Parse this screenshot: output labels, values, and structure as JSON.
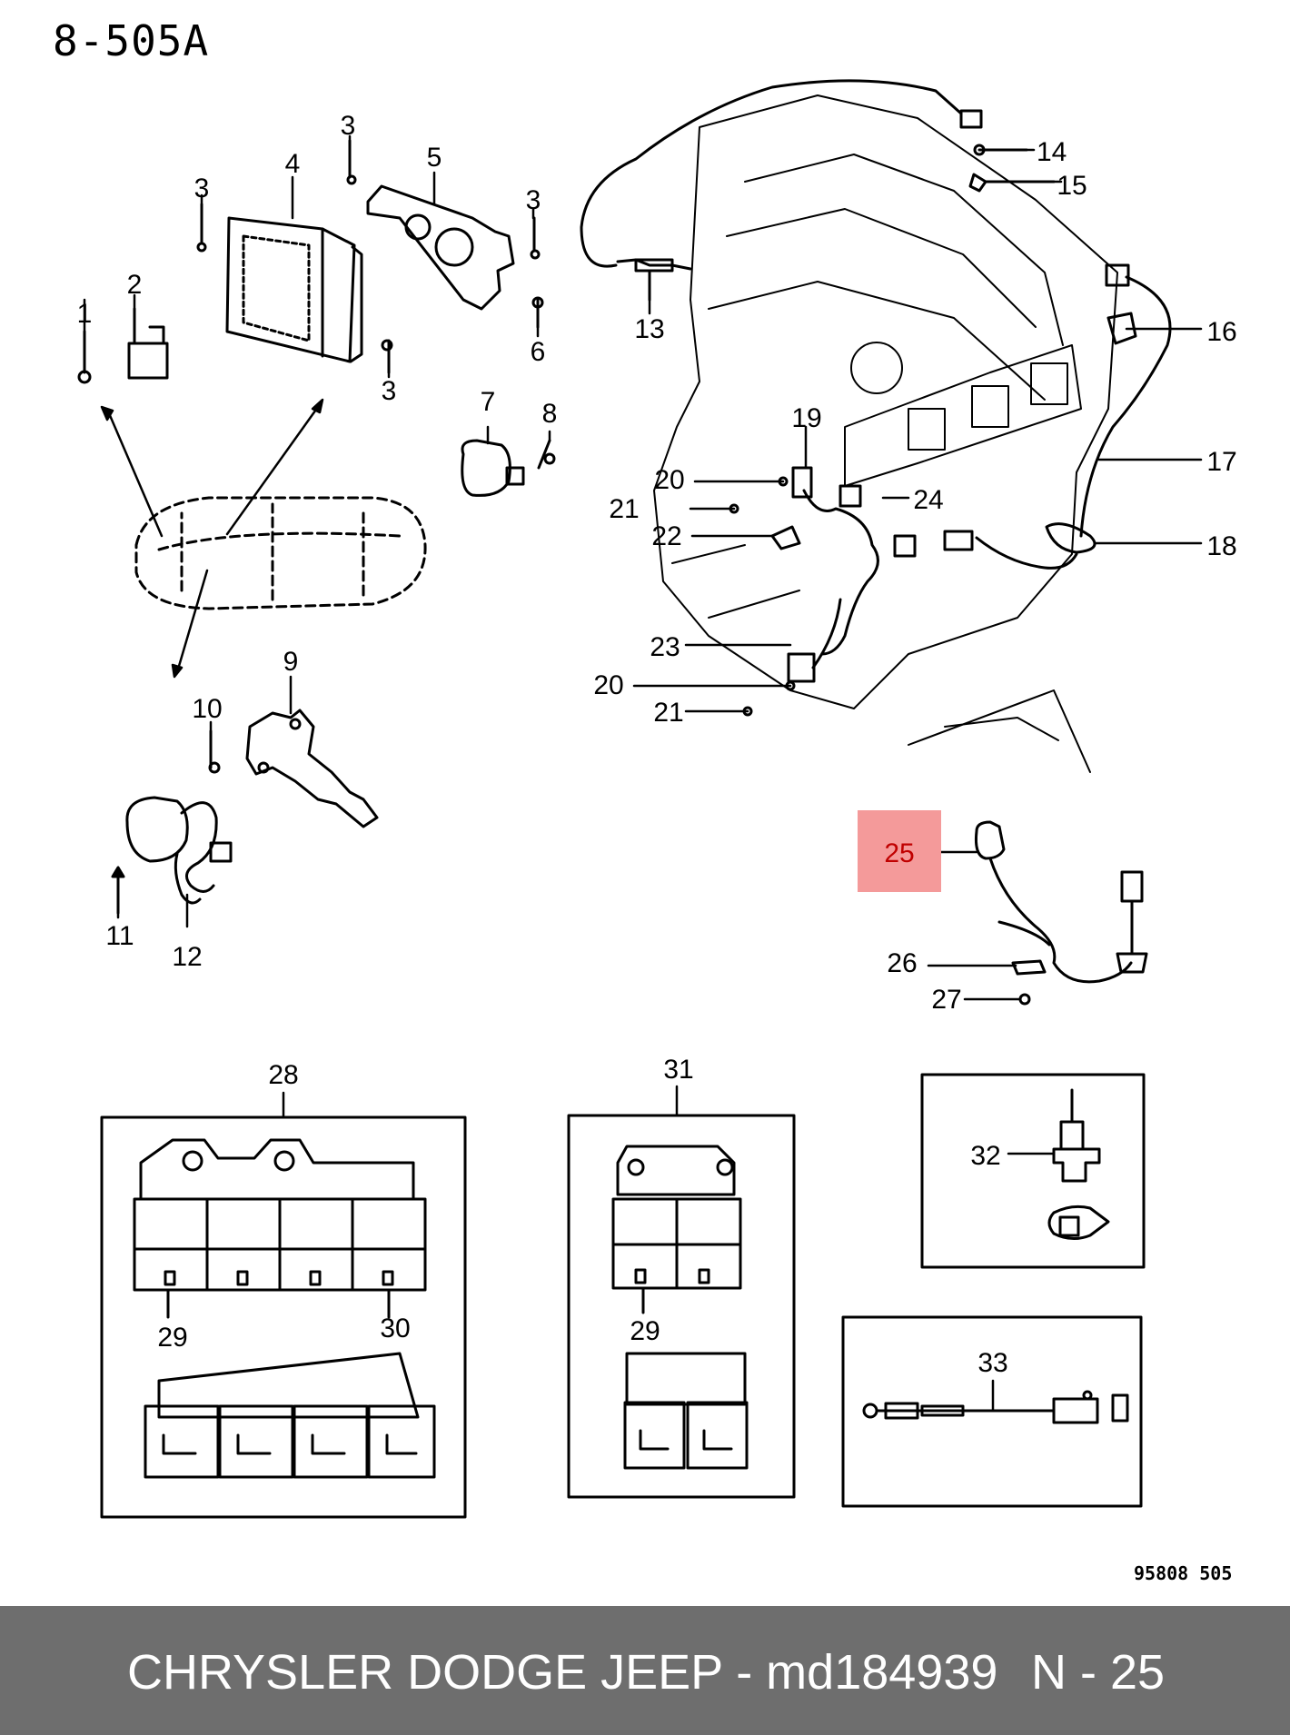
{
  "page_code": "8-505A",
  "drawing_code": "95808 505",
  "highlight_color": "#f49a9a",
  "highlighted_callout": "25",
  "callouts": {
    "c1": "1",
    "c2": "2",
    "c3a": "3",
    "c3b": "3",
    "c3c": "3",
    "c3d": "3",
    "c4": "4",
    "c5": "5",
    "c6": "6",
    "c7": "7",
    "c8": "8",
    "c9": "9",
    "c10": "10",
    "c11": "11",
    "c12": "12",
    "c13": "13",
    "c14": "14",
    "c15": "15",
    "c16": "16",
    "c17": "17",
    "c18": "18",
    "c19": "19",
    "c20a": "20",
    "c20b": "20",
    "c21a": "21",
    "c21b": "21",
    "c22": "22",
    "c23": "23",
    "c24": "24",
    "c25": "25",
    "c26": "26",
    "c27": "27",
    "c28": "28",
    "c29a": "29",
    "c29b": "29",
    "c30": "30",
    "c31": "31",
    "c32": "32",
    "c33": "33"
  },
  "footer": {
    "brand_part": "CHRYSLER DODGE JEEP - md184939",
    "position": "N - 25"
  }
}
